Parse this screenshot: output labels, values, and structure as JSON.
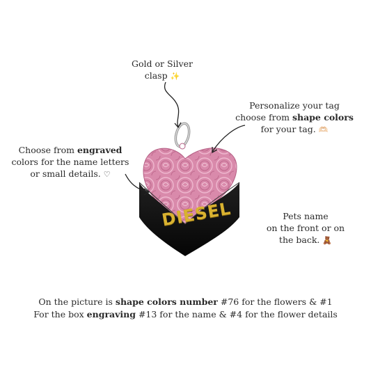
{
  "notes": {
    "clasp": {
      "line1": "Gold or Silver",
      "line2": "clasp",
      "emoji": "✨"
    },
    "shape": {
      "line1": "Personalize your tag",
      "line2_pre": "choose from ",
      "line2_bold": "shape colors",
      "line3": "for your tag.",
      "emoji": "🫶🏻"
    },
    "engraved": {
      "line1_pre": "Choose from ",
      "line1_bold": "engraved",
      "line2": "colors for the name letters",
      "line3": "or small details.",
      "emoji": "♡"
    },
    "pets": {
      "line1": "Pets name",
      "line2": "on the front or on",
      "line3": "the back.",
      "emoji": "🧸"
    }
  },
  "tag": {
    "name": "DIESEL",
    "shape_color": "#d77fa3",
    "box_color": "#111111",
    "engraving_color": "#d9b230"
  },
  "footer": {
    "line1_pre": "On the picture is ",
    "line1_bold": "shape colors number",
    "line1_post": " #76 for the flowers & #1",
    "line2_pre": "For the box ",
    "line2_bold": "engraving",
    "line2_post": " #13 for the name & #4 for the flower details"
  }
}
